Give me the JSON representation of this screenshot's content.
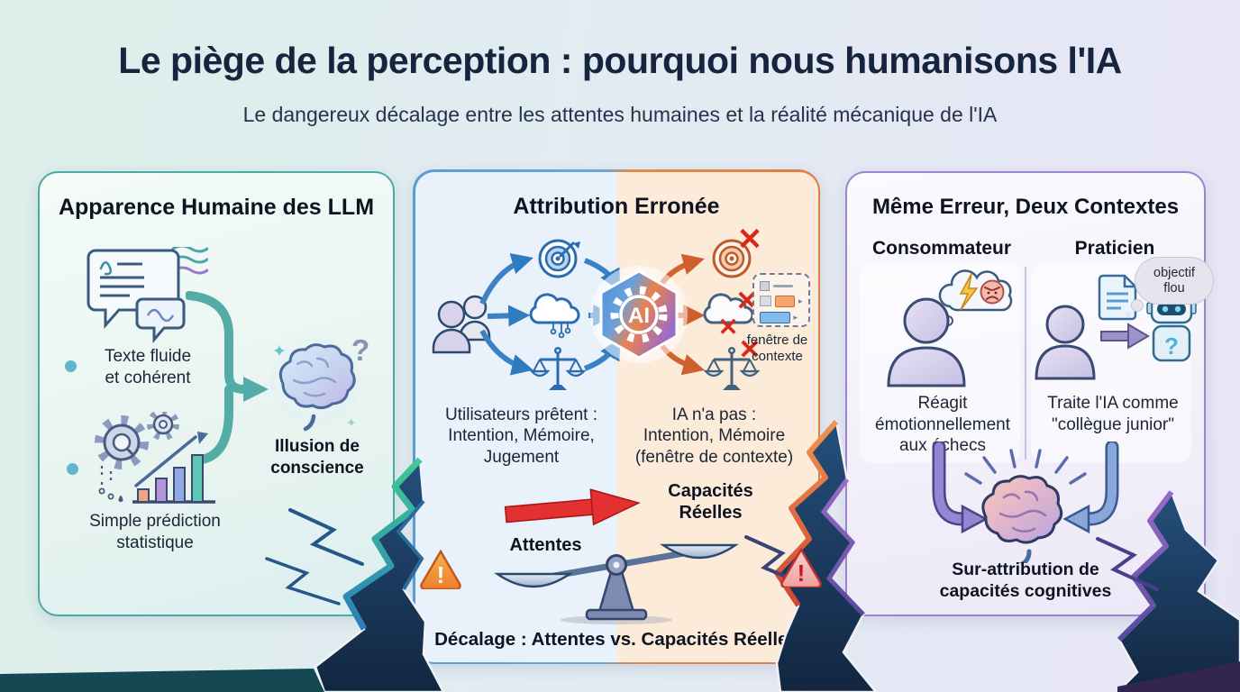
{
  "header": {
    "title": "Le piège de la perception : pourquoi nous humanisons l'IA",
    "subtitle": "Le dangereux décalage entre les attentes humaines et la réalité mécanique de l'IA"
  },
  "panel_llm": {
    "title": "Apparence Humaine des LLM",
    "fluent_text_label": "Texte fluide\net cohérent",
    "prediction_label": "Simple prédiction\nstatistique",
    "illusion_label": "Illusion de\nconscience"
  },
  "panel_attribution": {
    "title": "Attribution Erronée",
    "ai_badge": "AI",
    "users_caption": "Utilisateurs prêtent :\nIntention, Mémoire,\nJugement",
    "ai_caption": "IA n'a pas :\nIntention, Mémoire\n(fenêtre de contexte)",
    "context_window_label": "fenêtre de\ncontexte",
    "expectations_label": "Attentes",
    "capabilities_label": "Capacités\nRéelles",
    "gap_caption": "Décalage : Attentes vs. Capacités Réelles"
  },
  "panel_contexts": {
    "title": "Même Erreur, Deux Contextes",
    "consumer_heading": "Consommateur",
    "consumer_caption": "Réagit\némotionnellement\naux échecs",
    "practitioner_heading": "Praticien",
    "practitioner_caption": "Traite l'IA comme\n\"collègue junior\"",
    "thought_label": "objectif\nflou",
    "overattribution_label": "Sur-attribution de\ncapacités cognitives"
  },
  "icons": {
    "cross": "✕",
    "warning": "!",
    "question": "?",
    "sparkle": "✦"
  },
  "colors": {
    "title": "#16243f",
    "panel_llm_border": "#4da9a4",
    "panel_attr_border_left": "#5b9bd5",
    "panel_attr_border_right": "#df7f46",
    "panel_ctx_border": "#9d84cd",
    "accent_teal": "#53aca6",
    "accent_blue": "#2f7bc0",
    "accent_orange": "#cf5f2d",
    "accent_red": "#d7281e",
    "accent_purple": "#9287d2",
    "crack_dark": "#1b3a5a"
  }
}
